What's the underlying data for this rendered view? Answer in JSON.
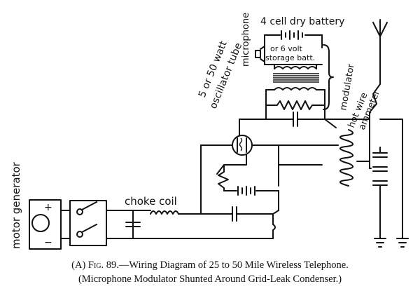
{
  "labels": {
    "battery": "4 cell dry battery",
    "storage_line1": "or 6 volt",
    "storage_line2": "storage batt.",
    "microphone": "microphone",
    "modulator": "modulator",
    "oscillator_line1": "5 or 50 watt",
    "oscillator_line2": "oscillator tube",
    "ammeter_line1": "hot wire",
    "ammeter_line2": "ammeter",
    "motor_generator": "motor generator",
    "choke_coil": "choke coil",
    "plus": "+",
    "minus": "−"
  },
  "caption": {
    "prefix": "(A)",
    "fig": "Fig. 89.",
    "title": "—Wiring Diagram of 25 to 50 Mile Wireless Telephone.",
    "subtitle": "(Microphone Modulator Shunted Around Grid-Leak Condenser.)"
  }
}
